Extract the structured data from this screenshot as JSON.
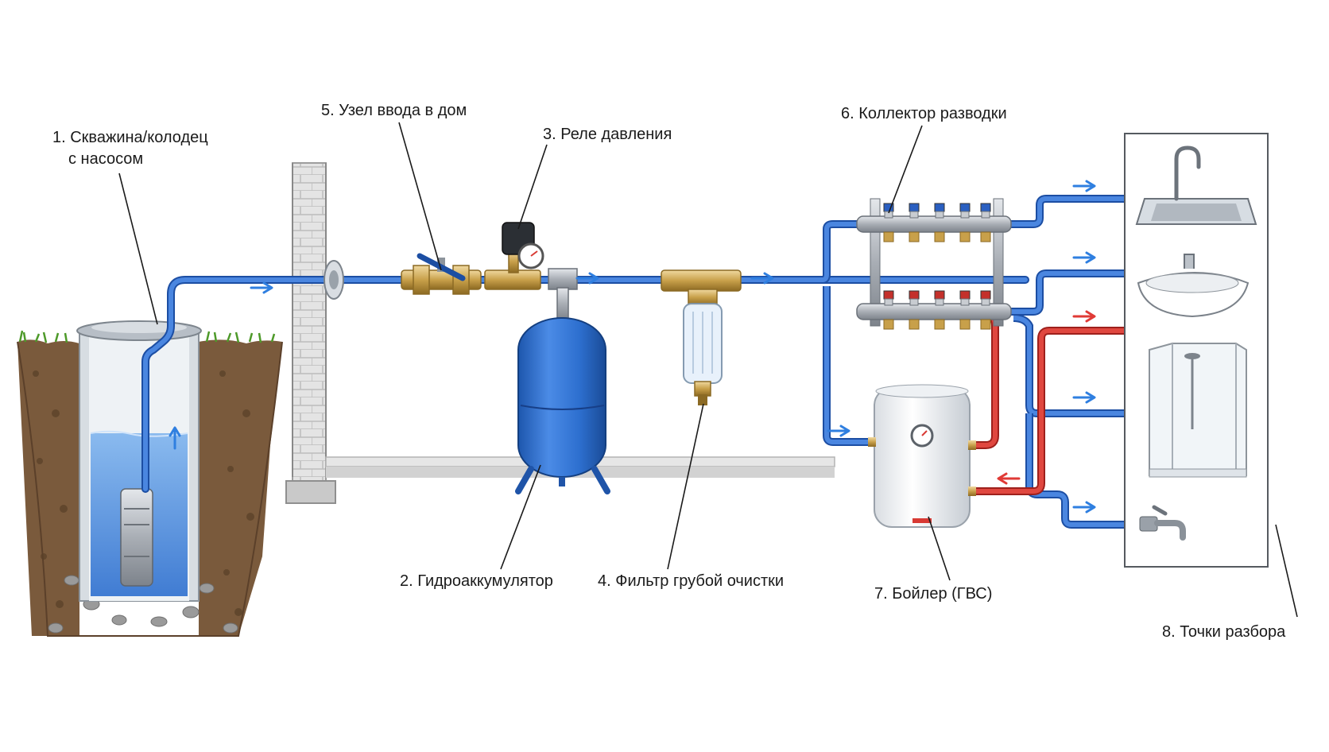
{
  "labels": {
    "well_line1": "1. Скважина/колодец",
    "well_line2": "с насосом",
    "accumulator": "2. Гидроаккумулятор",
    "pressure_switch": "3. Реле давления",
    "filter": "4. Фильтр грубой очистки",
    "house_entry": "5. Узел ввода в дом",
    "manifold": "6. Коллектор разводки",
    "boiler": "7. Бойлер (ГВС)",
    "outlets": "8. Точки разбора"
  },
  "colors": {
    "cold_pipe": "#2f6fd6",
    "hot_pipe": "#d83a34",
    "flow_arrow": "#2f7fe0",
    "hot_arrow": "#e03a36",
    "water": "#4a8fe0",
    "tank": "#2d6fcf",
    "soil": "#7a5a3c",
    "grass": "#4e9a2a",
    "wall": "#c9c9c9",
    "brass": "#c8a04a",
    "steel": "#b8bcc2",
    "leader_line": "#1a1a1a"
  },
  "icons": {
    "well": "well-with-pump-icon",
    "accumulator": "pressure-tank-icon",
    "pressure_switch": "pressure-switch-icon",
    "filter": "water-filter-icon",
    "valve": "ball-valve-icon",
    "manifold": "manifold-icon",
    "boiler": "water-heater-icon",
    "sink": "kitchen-sink-icon",
    "washbasin": "washbasin-icon",
    "shower": "shower-cabin-icon",
    "tap": "garden-tap-icon"
  }
}
